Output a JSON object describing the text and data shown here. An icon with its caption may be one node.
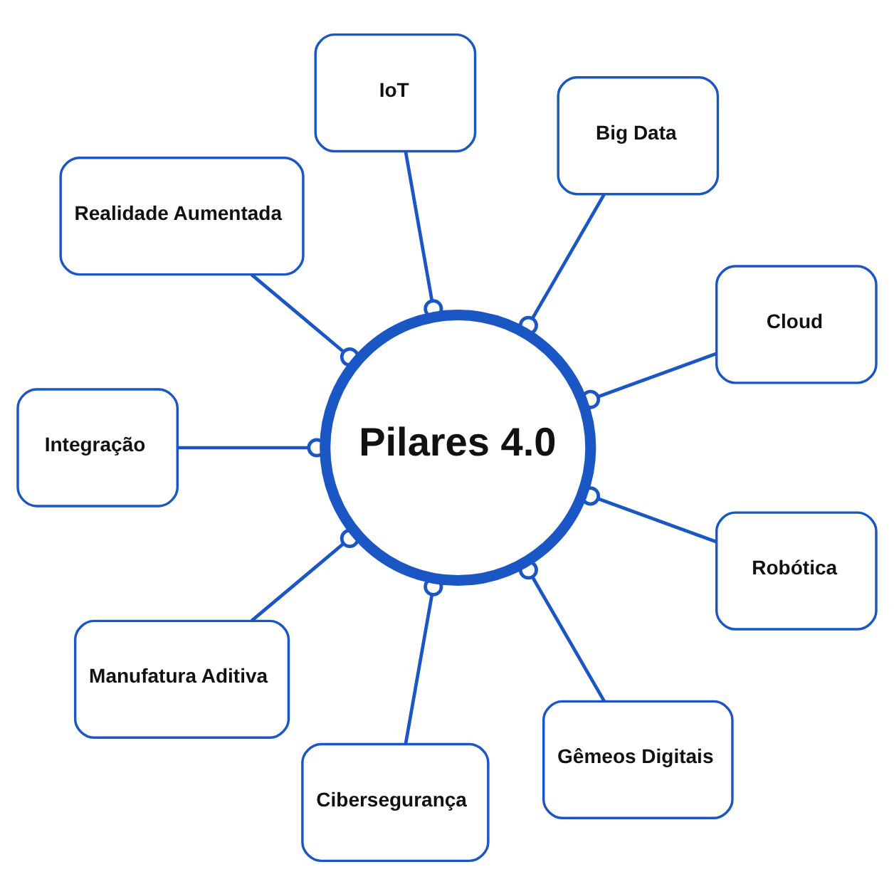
{
  "diagram": {
    "nodes": [
      {
        "text": [
          "Pilares 4.0"
        ]
      },
      {
        "text": [
          "IoT"
        ]
      },
      {
        "text": [
          "Big Data"
        ]
      },
      {
        "text": [
          "Cloud"
        ]
      },
      {
        "text": [
          "Robótica"
        ]
      },
      {
        "text": [
          "Gêmeos Digitais"
        ]
      },
      {
        "text": [
          "Cibersegurança"
        ]
      },
      {
        "text": [
          "Manufatura Aditiva"
        ]
      },
      {
        "text": [
          "Integração"
        ]
      },
      {
        "text": [
          "Realidade Aumentada"
        ]
      }
    ],
    "edges": [
      {
        "from": 0,
        "to": 1,
        "arrow": "other"
      },
      {
        "from": 0,
        "to": 2,
        "arrow": "other"
      },
      {
        "from": 0,
        "to": 3,
        "arrow": "other"
      },
      {
        "from": 0,
        "to": 4,
        "arrow": "other"
      },
      {
        "from": 0,
        "to": 5,
        "arrow": "other"
      },
      {
        "from": 0,
        "to": 6,
        "arrow": "other"
      },
      {
        "from": 0,
        "to": 7,
        "arrow": "other"
      },
      {
        "from": 0,
        "to": 8,
        "arrow": "other"
      },
      {
        "from": 0,
        "to": 9,
        "arrow": "other"
      }
    ]
  }
}
